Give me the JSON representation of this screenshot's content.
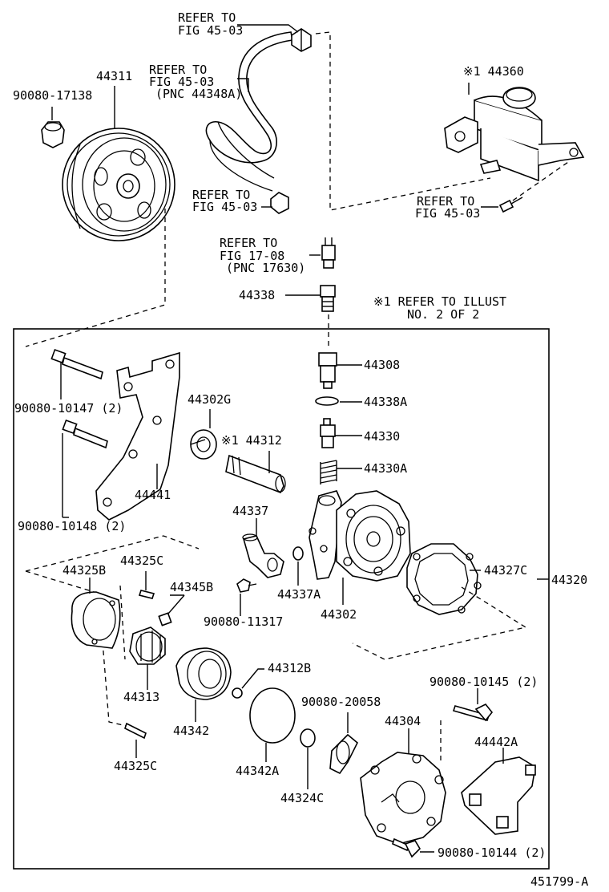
{
  "labels": {
    "refer_fig_45_03_top_1": "REFER TO",
    "refer_fig_45_03_top_2": "FIG 45-03",
    "refer_pnc_44348a_1": "REFER TO",
    "refer_pnc_44348a_2": "FIG 45-03",
    "refer_pnc_44348a_3": "(PNC 44348A)",
    "refer_fig_45_03_hose_1": "REFER TO",
    "refer_fig_45_03_hose_2": "FIG 45-03",
    "refer_fig_45_03_res_1": "REFER TO",
    "refer_fig_45_03_res_2": "FIG 45-03",
    "refer_fig_17_08_1": "REFER TO",
    "refer_fig_17_08_2": "FIG 17-08",
    "refer_fig_17_08_3": "(PNC 17630)",
    "note_1": "※1  REFER TO ILLUST",
    "note_2": "NO. 2 OF 2",
    "p90080_17138": "90080-17138",
    "p44311": "44311",
    "p44360": "※1 44360",
    "p44338": "44338",
    "p44308": "44308",
    "p44338a": "44338A",
    "p44330": "44330",
    "p44330a": "44330A",
    "p90080_10147": "90080-10147 (2)",
    "p90080_10148": "90080-10148 (2)",
    "p44302g": "44302G",
    "p44312": "※1 44312",
    "p44441": "44441",
    "p44337": "44337",
    "p44337a": "44337A",
    "p44302": "44302",
    "p44327c": "44327C",
    "p44320": "44320",
    "p44325b": "44325B",
    "p44325c_top": "44325C",
    "p44345b": "44345B",
    "p90080_11317": "90080-11317",
    "p44313": "44313",
    "p44342": "44342",
    "p44312b": "44312B",
    "p44342a": "44342A",
    "p90080_20058": "90080-20058",
    "p44324c": "44324C",
    "p44304": "44304",
    "p90080_10145": "90080-10145 (2)",
    "p44442a": "44442A",
    "p90080_10144": "90080-10144 (2)",
    "p44325c_bottom": "44325C",
    "figure_id": "451799-A"
  }
}
